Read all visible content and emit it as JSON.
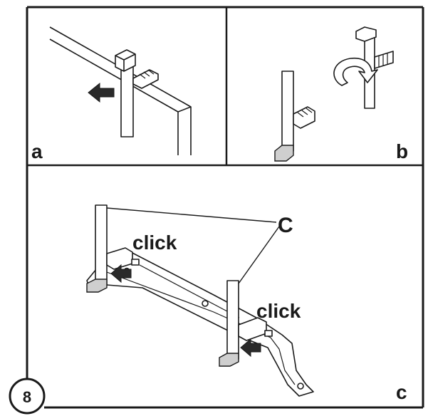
{
  "panels": {
    "a": {
      "label": "a"
    },
    "b": {
      "label": "b"
    },
    "c": {
      "label": "c"
    }
  },
  "callouts": {
    "part_letter": "C",
    "click_left": "click",
    "click_right": "click"
  },
  "step_number": "8",
  "colors": {
    "ink": "#1a1a1a",
    "fill": "#ffffff",
    "shade": "#cfcfcf"
  }
}
